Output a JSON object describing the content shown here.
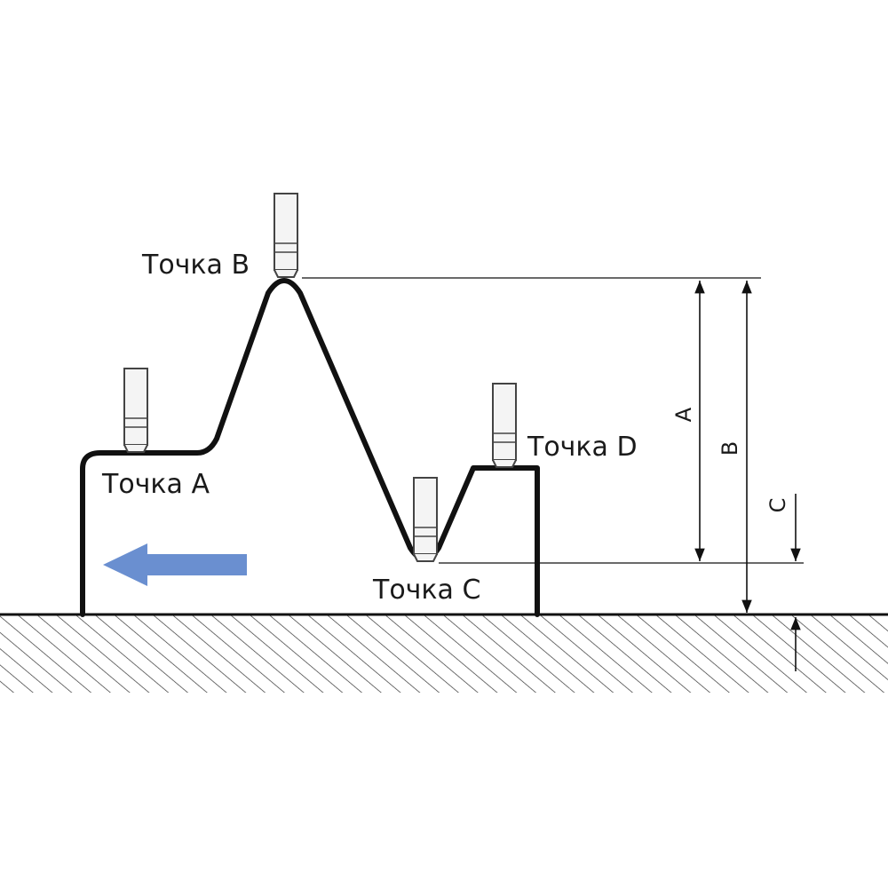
{
  "points": {
    "a": "Точка A",
    "b": "Точка B",
    "c": "Точка C",
    "d": "Точка D"
  },
  "dimensions": {
    "a": "A",
    "b": "B",
    "c": "C"
  },
  "colors": {
    "profile": "#111111",
    "arrow": "#6a8fd0",
    "hatch": "#333333",
    "probe_fill": "#f4f4f4",
    "probe_stroke": "#444444"
  },
  "icons": {
    "probe": "sensor-probe-icon",
    "direction": "left-arrow-icon"
  }
}
